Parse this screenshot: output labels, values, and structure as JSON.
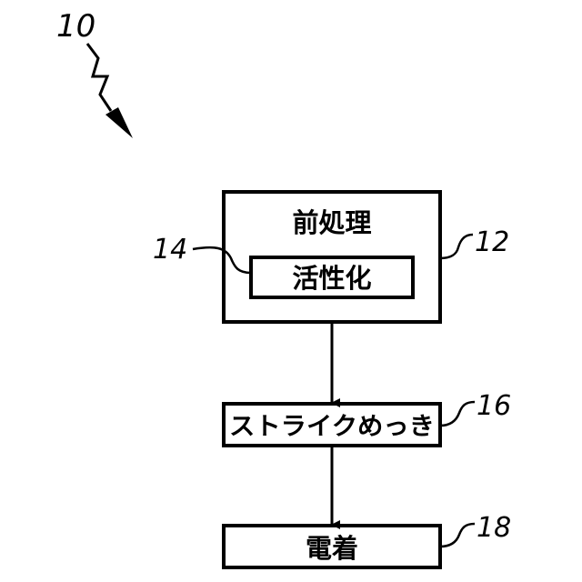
{
  "figure_ref": "10",
  "boxes": {
    "pretreatment": {
      "ref": "12",
      "label": "前処理"
    },
    "activation": {
      "ref": "14",
      "label": "活性化"
    },
    "strike_plating": {
      "ref": "16",
      "label": "ストライクめっき"
    },
    "electrodeposition": {
      "ref": "18",
      "label": "電着"
    }
  },
  "colors": {
    "line": "#000000",
    "background": "#ffffff"
  }
}
